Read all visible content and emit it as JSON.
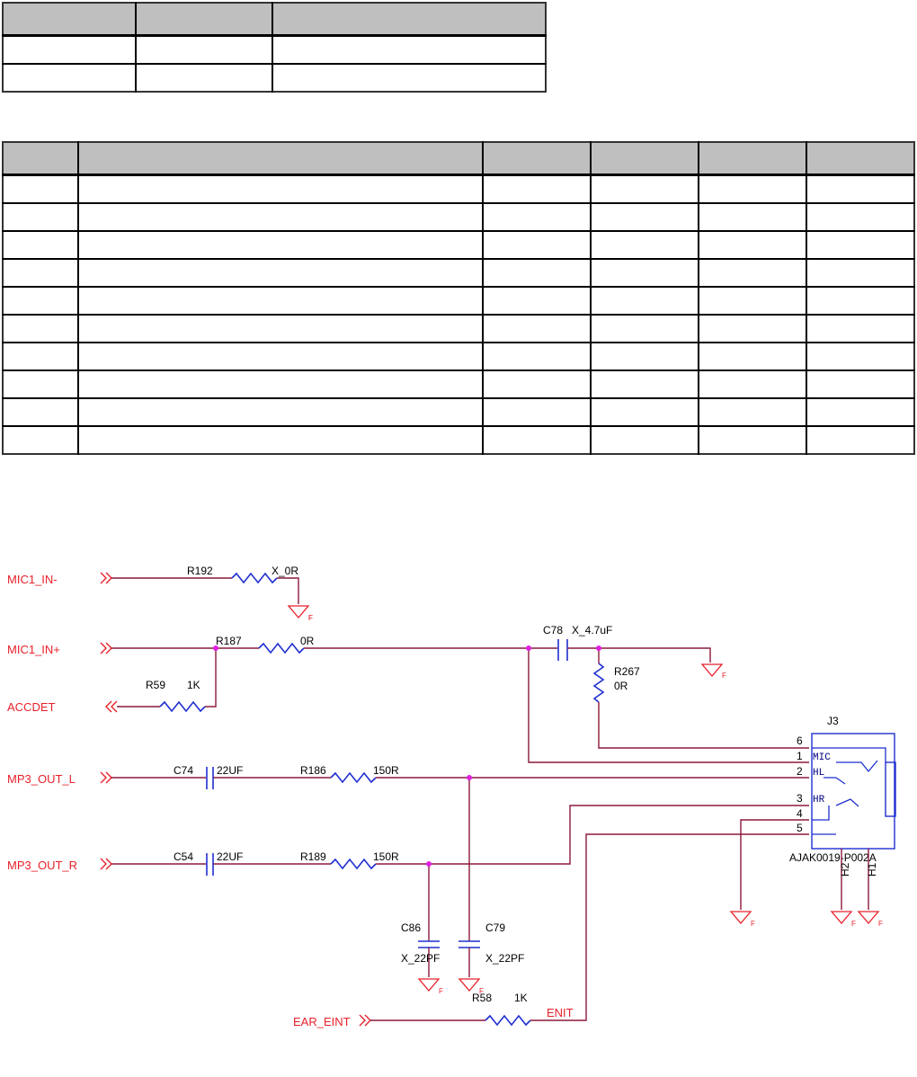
{
  "top_table": {
    "rows": 2,
    "cols": 3
  },
  "bom_table": {
    "rows": 10,
    "cols": 6
  },
  "schematic": {
    "ports": {
      "mic1_in_minus": "MIC1_IN-",
      "mic1_in_plus": "MIC1_IN+",
      "accdet": "ACCDET",
      "mp3_out_l": "MP3_OUT_L",
      "mp3_out_r": "MP3_OUT_R",
      "ear_eint": "EAR_EINT"
    },
    "components": {
      "r192": "R192",
      "r192_val": "X_0R",
      "r187": "R187",
      "r187_val": "0R",
      "r59": "R59",
      "r59_val": "1K",
      "c78": "C78",
      "c78_val": "X_4.7uF",
      "r267": "R267",
      "r267_val": "0R",
      "c74": "C74",
      "c74_val": "22UF",
      "r186": "R186",
      "r186_val": "150R",
      "c54": "C54",
      "c54_val": "22UF",
      "r189": "R189",
      "r189_val": "150R",
      "c86": "C86",
      "c86_val": "X_22PF",
      "c79": "C79",
      "c79_val": "X_22PF",
      "r58": "R58",
      "r58_val": "1K",
      "j3": "J3",
      "j3_part": "AJAK0019-P002A",
      "h2": "H2",
      "h1": "H1"
    },
    "net_enit": "ENIT",
    "ground_label": "F",
    "jack_pins": [
      "6",
      "1",
      "2",
      "3",
      "4",
      "5"
    ],
    "jack_pin_names": {
      "mic": "MIC",
      "hl": "HL",
      "hr": "HR"
    }
  }
}
